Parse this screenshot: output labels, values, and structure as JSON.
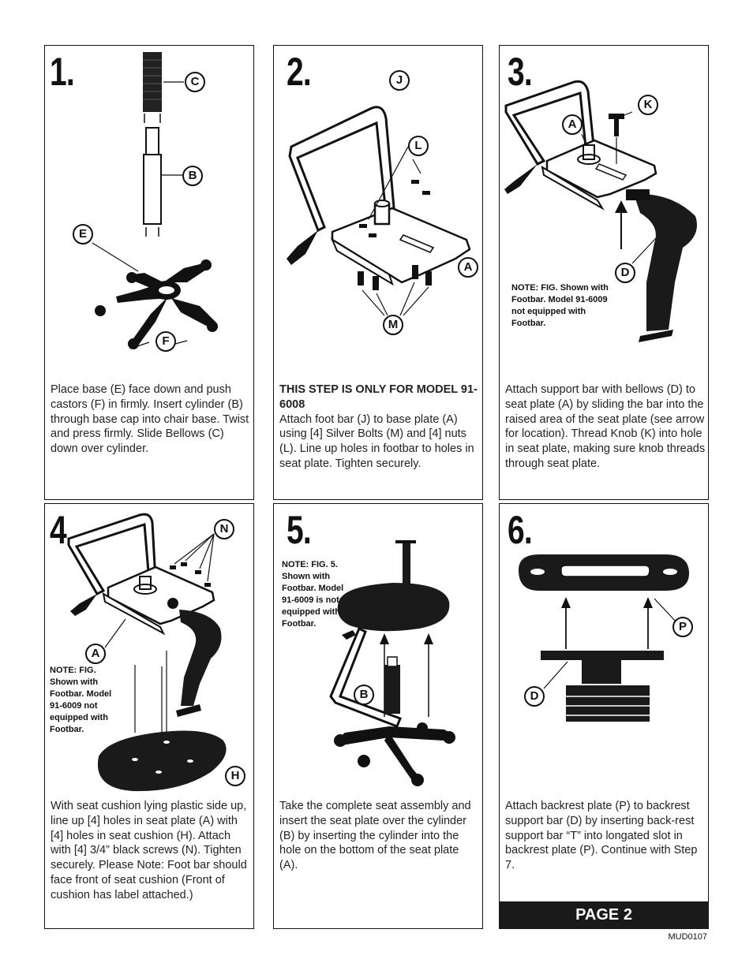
{
  "steps": [
    {
      "number": "1.",
      "callouts": [
        "C",
        "B",
        "E",
        "F"
      ],
      "text": "Place base (E) face down and push castors (F) in firmly. Insert cylinder (B) through base cap into chair base. Twist and press firmly. Slide Bellows (C) down over cylinder."
    },
    {
      "number": "2.",
      "callouts": [
        "J",
        "L",
        "A",
        "M"
      ],
      "heading": "THIS STEP IS ONLY FOR MODEL 91-6008",
      "text": "Attach foot bar (J) to base plate (A) using [4] Silver Bolts (M) and [4] nuts (L). Line up holes in footbar to holes in seat plate. Tighten securely."
    },
    {
      "number": "3.",
      "callouts": [
        "K",
        "A",
        "D"
      ],
      "note": "NOTE: FIG. Shown with Footbar. Model 91-6009 not equipped with Footbar.",
      "text": "Attach support bar with bellows (D) to seat plate (A) by sliding the bar into the raised area of the seat plate (see arrow for location). Thread Knob (K) into hole in seat plate, making sure knob threads through seat plate."
    },
    {
      "number": "4.",
      "callouts": [
        "N",
        "A",
        "H"
      ],
      "note": "NOTE: FIG. Shown with Footbar. Model 91-6009 not equipped with Footbar.",
      "text": "With seat cushion lying plastic side up, line up [4] holes in seat plate (A) with [4] holes in seat cushion (H). Attach with [4] 3/4” black screws (N). Tighten securely. Please Note: Foot bar should face front of seat cushion (Front of cushion has label attached.)"
    },
    {
      "number": "5.",
      "callouts": [
        "B"
      ],
      "note": "NOTE: FIG. 5. Shown with Footbar. Model 91-6009 is not equipped with Footbar.",
      "text": "Take the complete seat assembly and insert the seat plate over the cylinder (B) by inserting the cylinder into the hole on the bottom of the seat plate (A)."
    },
    {
      "number": "6.",
      "callouts": [
        "P",
        "D"
      ],
      "text": "Attach backrest plate (P) to backrest support bar (D) by inserting back-rest support bar “T” into longated slot in backrest plate (P). Continue with Step 7."
    }
  ],
  "footer": {
    "page_label": "PAGE 2",
    "doc_code": "MUD0107"
  }
}
